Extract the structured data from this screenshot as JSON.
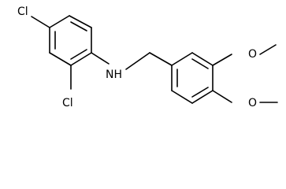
{
  "molecule": {
    "atoms": {
      "cl_top": "Cl",
      "cl_bottom": "Cl",
      "nh": "NH",
      "o_top": "O",
      "o_bottom": "O"
    },
    "colors": {
      "bond": "#000000",
      "text": "#000000",
      "background": "#ffffff"
    }
  }
}
